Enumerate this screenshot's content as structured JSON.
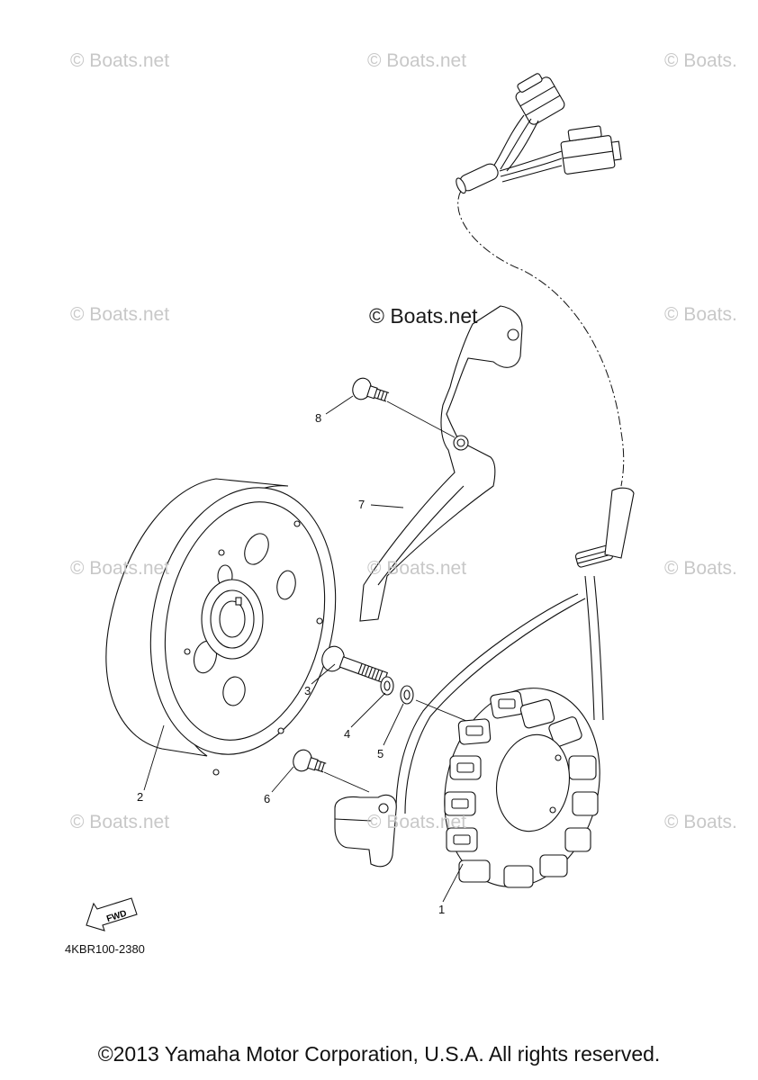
{
  "watermarks": {
    "text": "© Boats.net",
    "text_cut": "© Boats."
  },
  "center_watermark": "© Boats.net",
  "callouts": [
    "1",
    "2",
    "3",
    "4",
    "5",
    "6",
    "7",
    "8"
  ],
  "diagram_code": "4KBR100-2380",
  "fwd_label": "FWD",
  "copyright": "©2013 Yamaha Motor Corporation, U.S.A. All rights reserved."
}
